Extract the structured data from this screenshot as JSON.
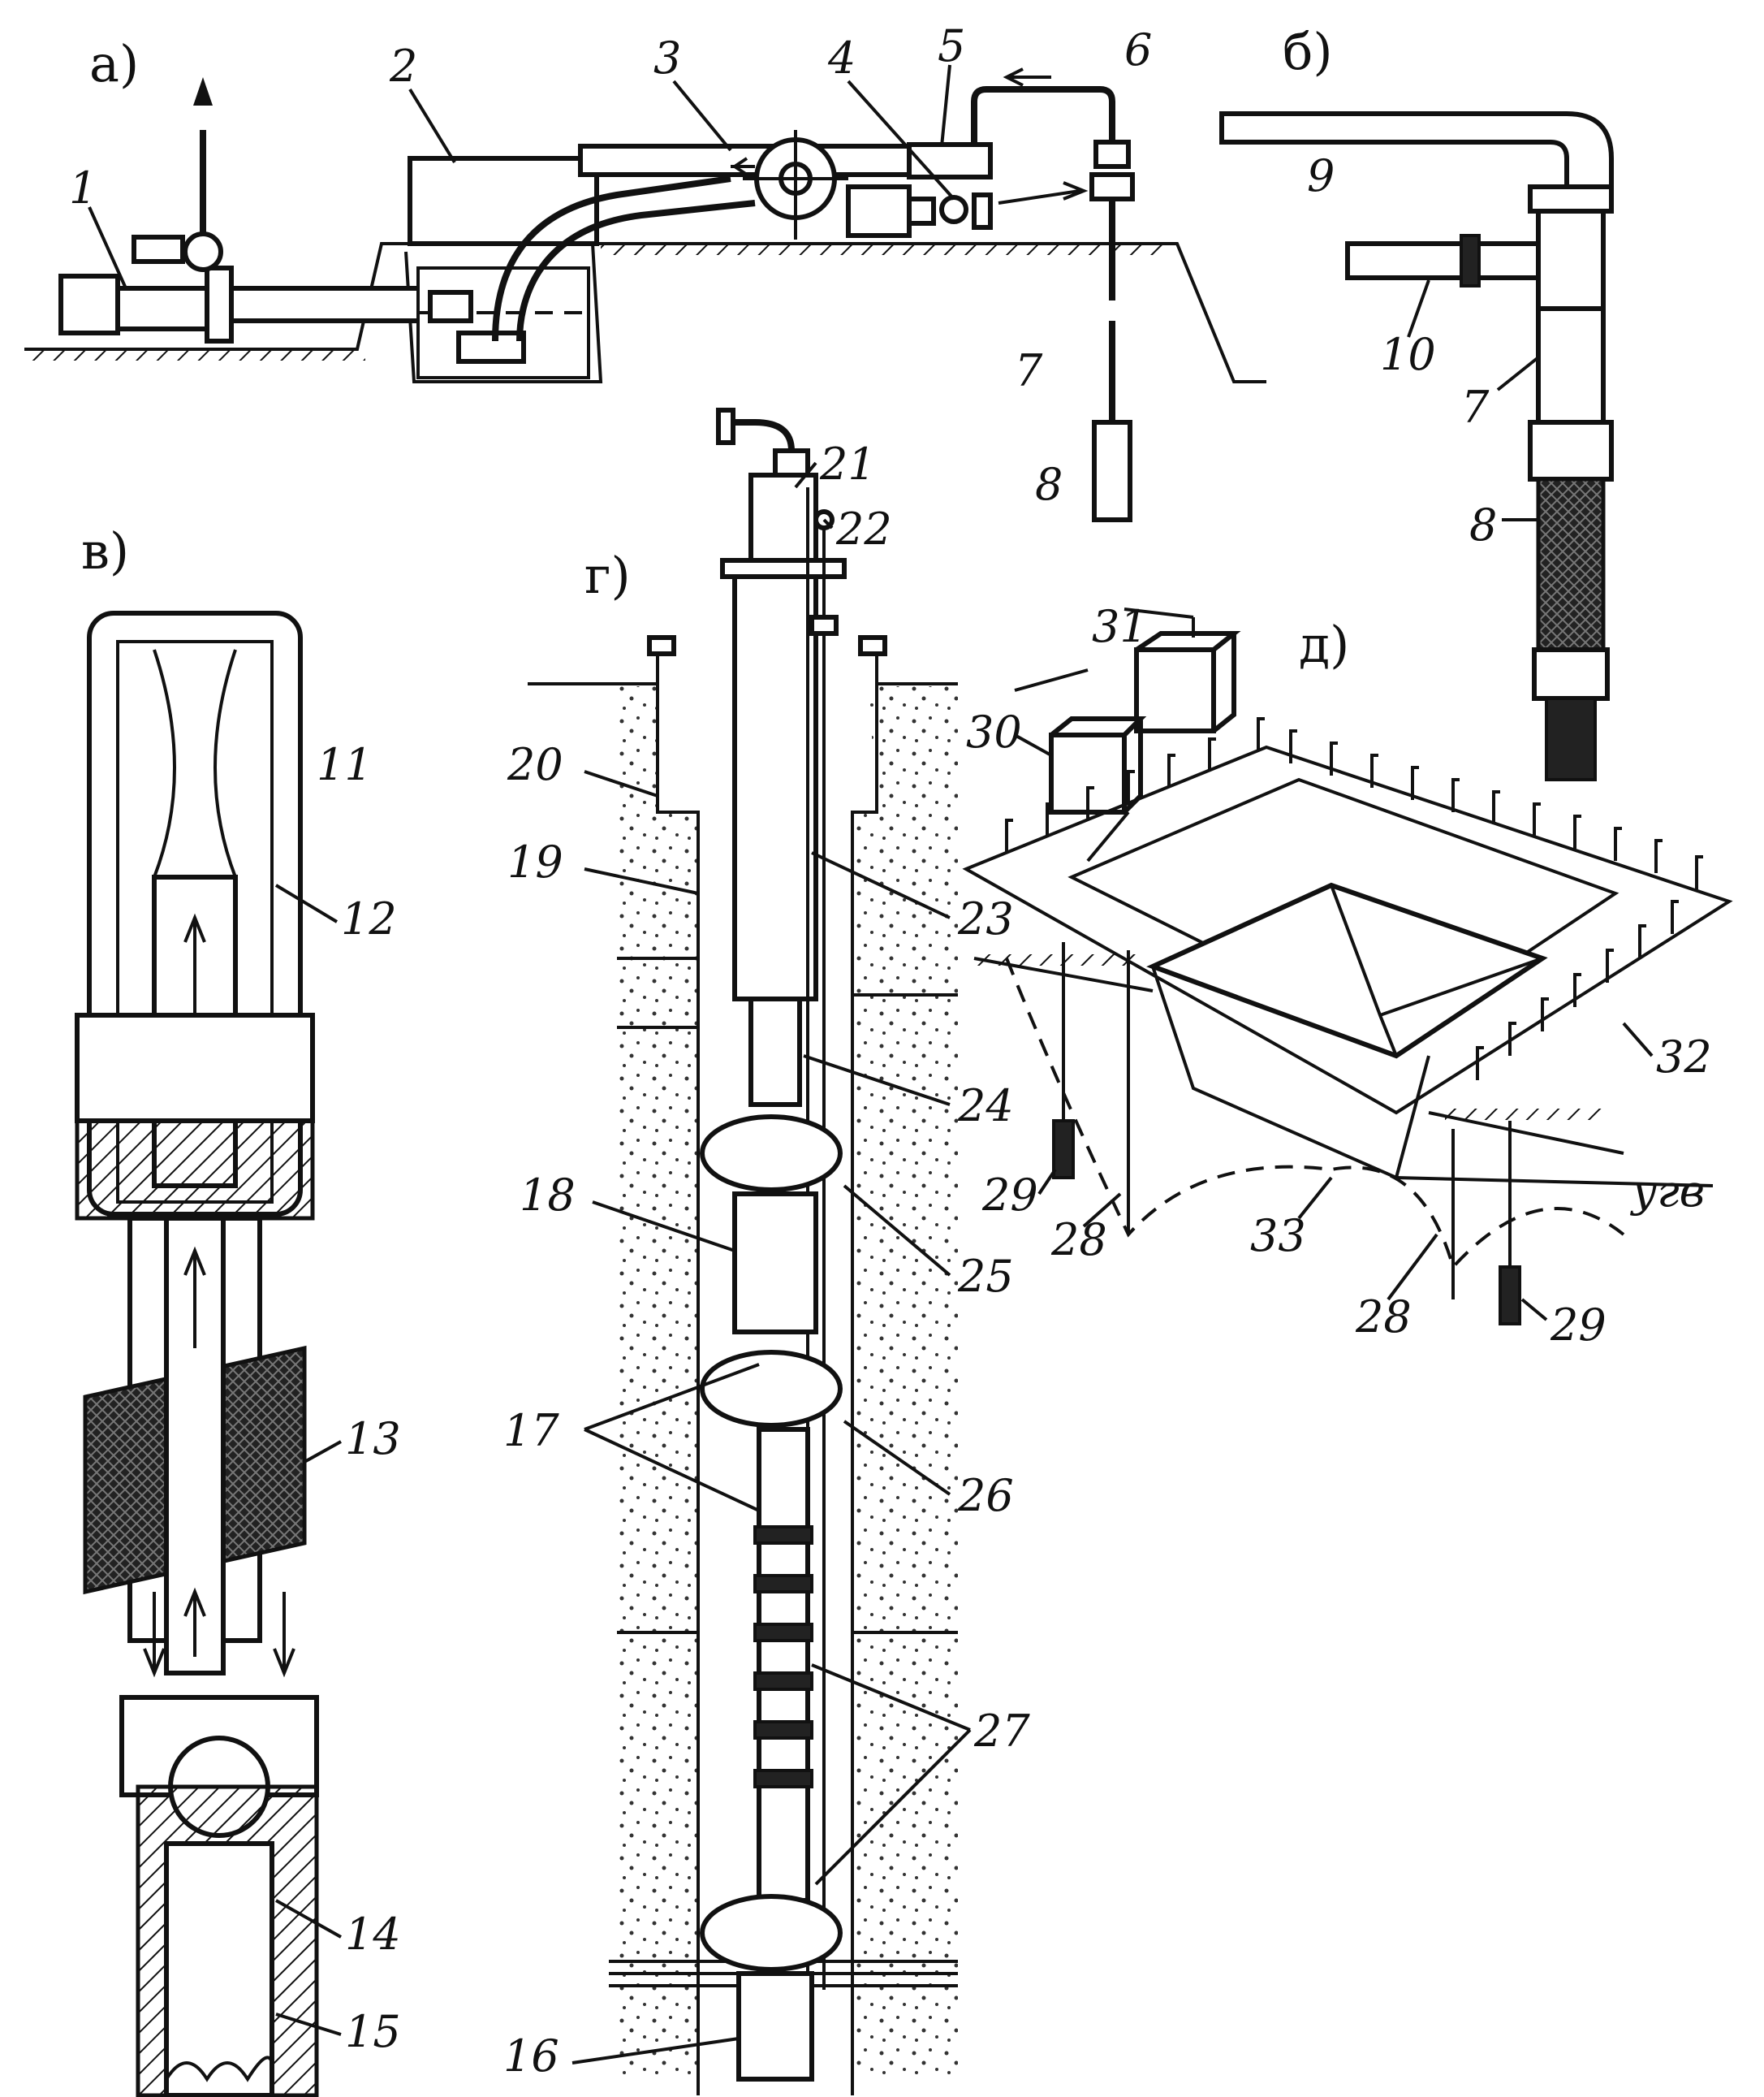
{
  "panels": {
    "a": "а)",
    "b": "б)",
    "v": "в)",
    "g": "г)",
    "d": "д)"
  },
  "labels": {
    "n1": "1",
    "n2": "2",
    "n3": "3",
    "n4": "4",
    "n5": "5",
    "n6": "6",
    "n7a": "7",
    "n8a": "8",
    "n9": "9",
    "n10": "10",
    "n7b": "7",
    "n8b": "8",
    "n11": "11",
    "n12": "12",
    "n13": "13",
    "n14": "14",
    "n15": "15",
    "n16": "16",
    "n17": "17",
    "n18": "18",
    "n19": "19",
    "n20": "20",
    "n21": "21",
    "n22": "22",
    "n23": "23",
    "n24": "24",
    "n25": "25",
    "n26": "26",
    "n27": "27",
    "n28a": "28",
    "n28b": "28",
    "n29a": "29",
    "n29b": "29",
    "n30": "30",
    "n31": "31",
    "n32": "32",
    "n33": "33",
    "ugv": "угв"
  }
}
